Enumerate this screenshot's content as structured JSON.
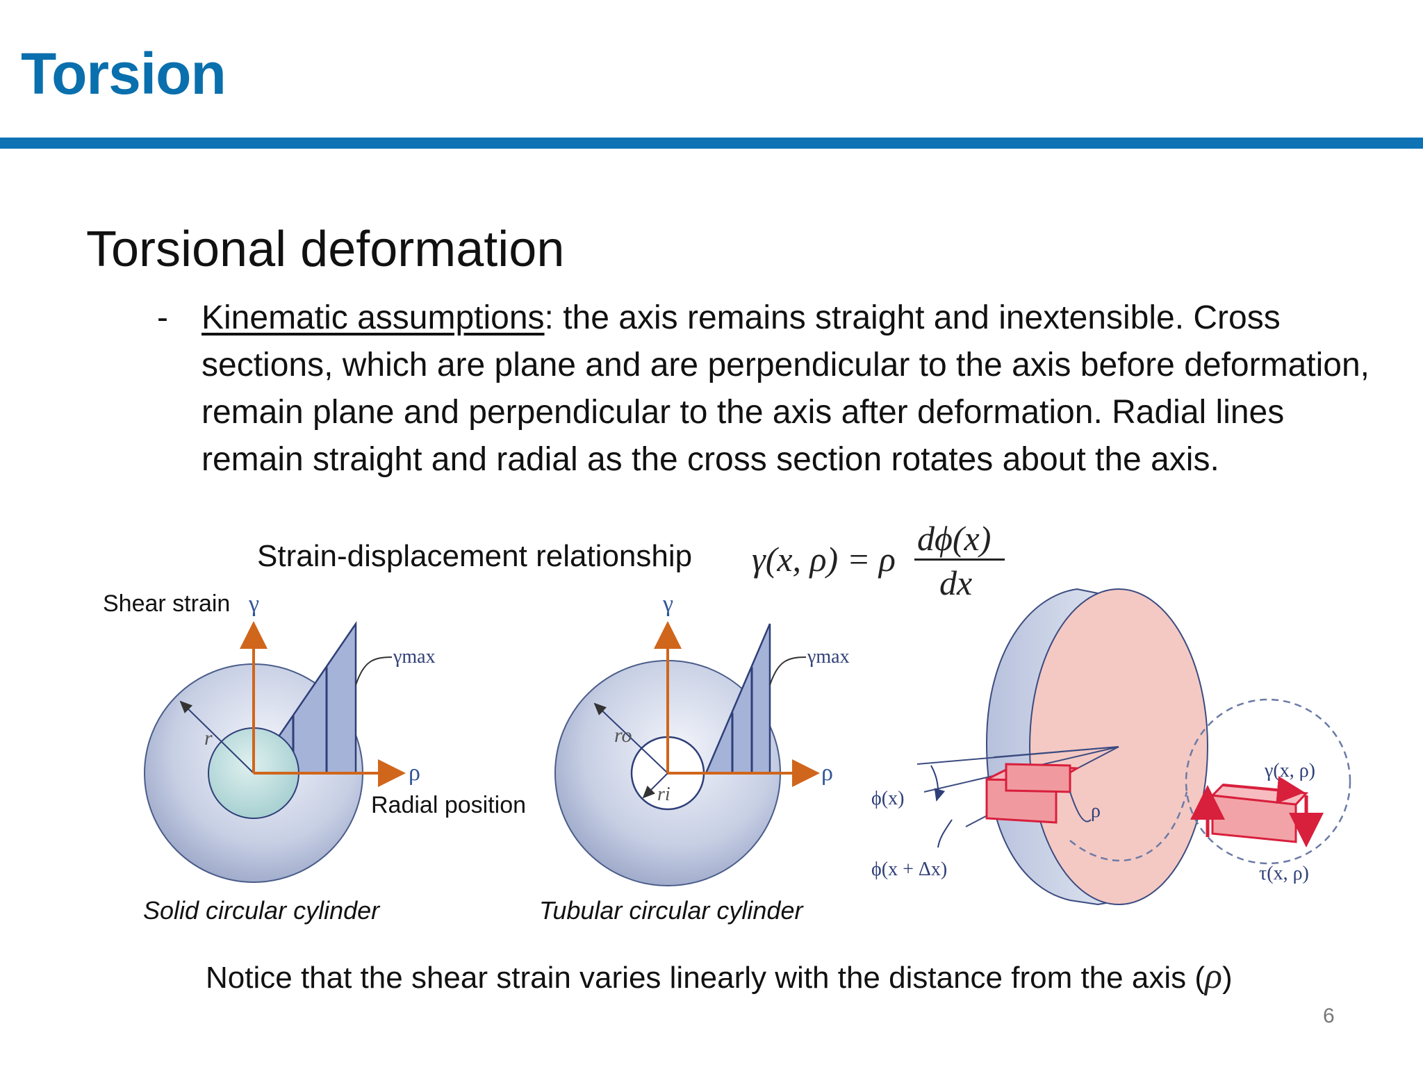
{
  "slide": {
    "title": "Torsion",
    "section_heading": "Torsional deformation",
    "bullet_dash": "-",
    "bullet_term": "Kinematic assumptions",
    "bullet_body": ": the axis remains straight and inextensible. Cross sections, which are plane and are perpendicular to the axis before deformation, remain plane and perpendicular to the axis after deformation. Radial lines remain straight and radial as the cross section rotates about the axis.",
    "relation_label": "Strain-displacement relationship",
    "equation": {
      "lhs": "γ(x, ρ) = ρ",
      "numerator": "dϕ(x)",
      "denominator": "dx"
    },
    "figure_labels": {
      "shear_strain": "Shear strain",
      "radial_position": "Radial position",
      "gamma": "γ",
      "rho": "ρ",
      "gamma_max": "γmax",
      "r": "r",
      "r_o": "ro",
      "r_i": "ri",
      "phi_x": "ϕ(x)",
      "phi_x_dx": "ϕ(x + Δx)",
      "gamma_x_rho": "γ(x, ρ)",
      "tau_x_rho": "τ(x, ρ)"
    },
    "captions": {
      "solid": "Solid circular cylinder",
      "tubular": "Tubular circular cylinder"
    },
    "note_text": "Notice that the shear strain varies linearly with the distance from the axis (",
    "note_symbol": "ρ",
    "note_close": ")",
    "page_number": "6"
  },
  "colors": {
    "title": "#0a6fad",
    "rule": "#0e72b5",
    "axis_arrow": "#d0661c",
    "cylinder": "#b9c3dc",
    "strain_wedge": "#9fb0d6",
    "inner_core": "#b4dadb",
    "face_pink": "#f4c9c4",
    "stress_red": "#d81f3c"
  },
  "icons": [
    "solid-cylinder-strain-diagram",
    "tubular-cylinder-strain-diagram",
    "shaft-element-diagram"
  ]
}
